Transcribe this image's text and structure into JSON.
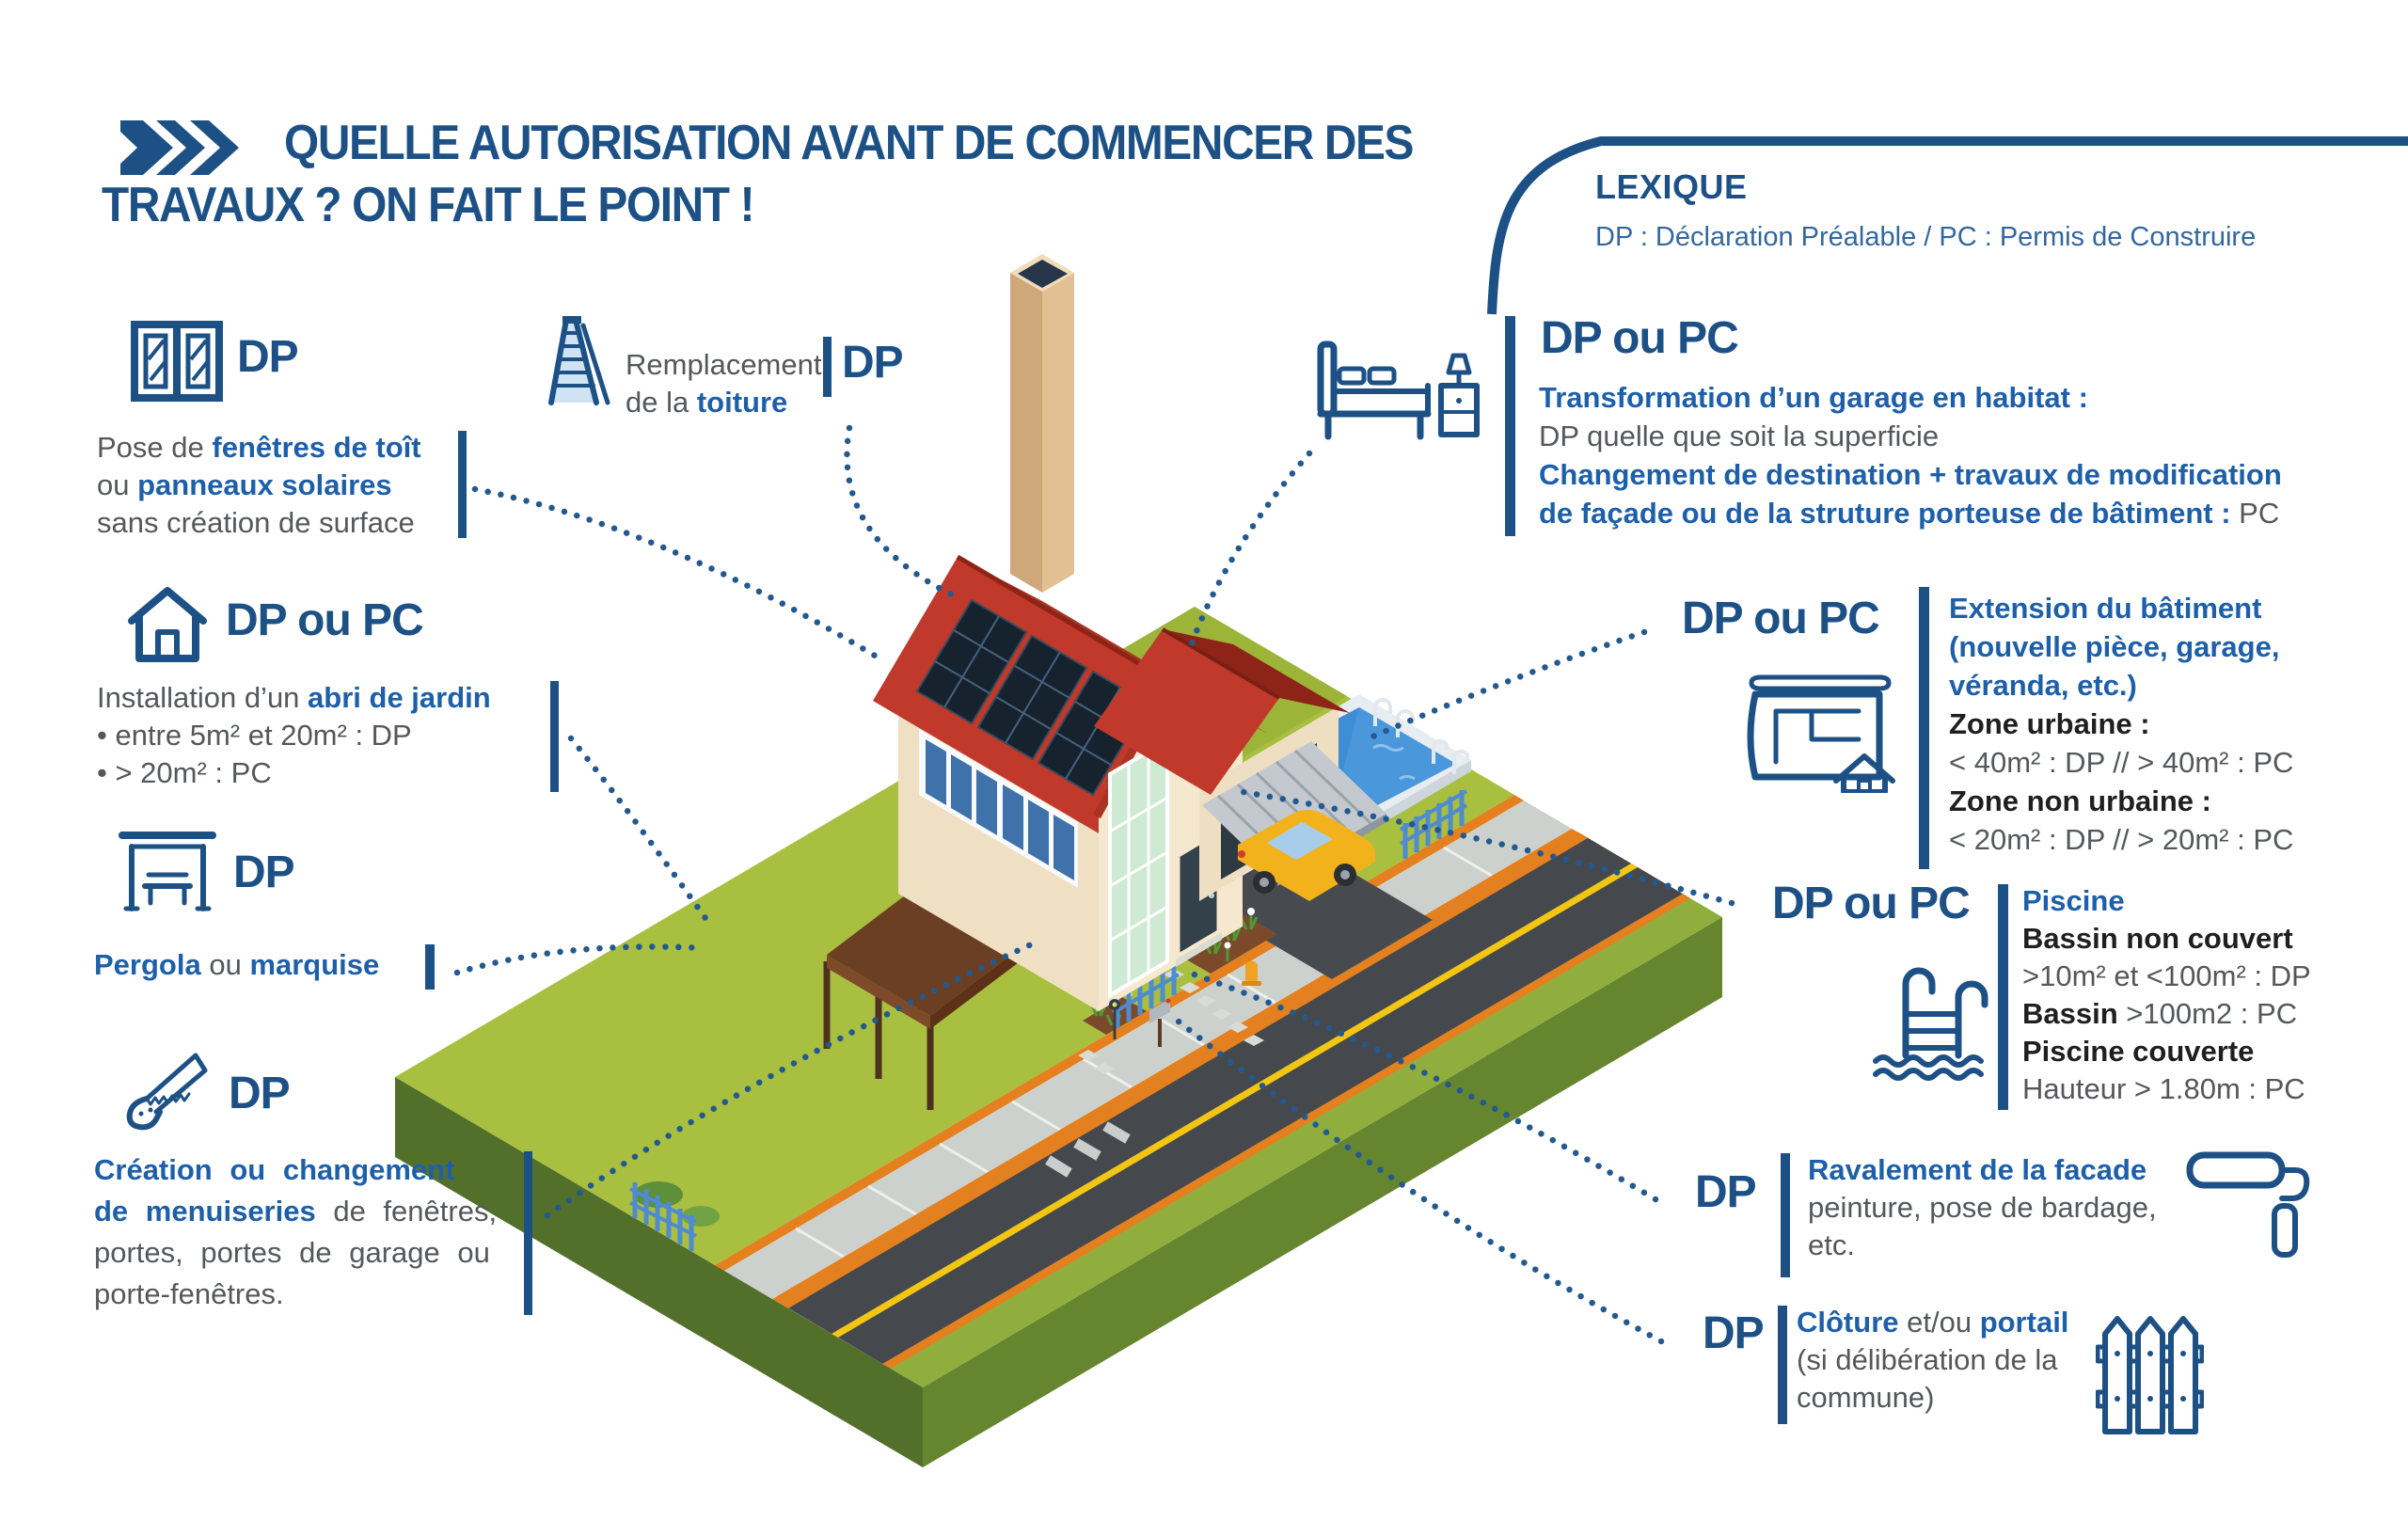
{
  "title": {
    "line1": "QUELLE AUTORISATION AVANT DE COMMENCER DES",
    "line2": "TRAVAUX ? ON FAIT LE POINT !"
  },
  "lexique": {
    "heading": "LEXIQUE",
    "definition": "DP : Déclaration Préalable / PC : Permis de Construire"
  },
  "palette": {
    "navy": "#1d5186",
    "accent_blue": "#1e5fa9",
    "text_gray": "#55575b",
    "text_black": "#1f1f1f",
    "roof_red": "#c0392b",
    "lawn_green": "#a9bf3f",
    "pool_blue": "#3e8ed6",
    "road_gray": "#45494e",
    "line_yellow": "#f3c613",
    "edge_orange": "#e5801f"
  },
  "callouts": {
    "fenetres": {
      "icon": "roof-window-icon",
      "permit": "DP",
      "lines": [
        [
          {
            "t": "Pose de ",
            "s": "g"
          },
          {
            "t": "fenêtres de toît",
            "s": "b"
          }
        ],
        [
          {
            "t": "ou ",
            "s": "g"
          },
          {
            "t": "panneaux solaires",
            "s": "b"
          }
        ],
        [
          {
            "t": "sans création de surface",
            "s": "g"
          }
        ]
      ]
    },
    "abri": {
      "icon": "garden-shed-icon",
      "permit": "DP ou PC",
      "lines": [
        [
          {
            "t": "Installation d’un ",
            "s": "g"
          },
          {
            "t": "abri de jardin",
            "s": "b"
          }
        ],
        [
          {
            "t": "• entre 5m² et 20m² : DP",
            "s": "g"
          }
        ],
        [
          {
            "t": "• > 20m² : PC",
            "s": "g"
          }
        ]
      ]
    },
    "pergola": {
      "icon": "pergola-icon",
      "permit": "DP",
      "lines": [
        [
          {
            "t": "Pergola",
            "s": "b"
          },
          {
            "t": " ou ",
            "s": "g"
          },
          {
            "t": "marquise",
            "s": "b"
          }
        ]
      ]
    },
    "menuiseries": {
      "icon": "saw-icon",
      "permit": "DP",
      "lines": [
        [
          {
            "t": "Création ou changement",
            "s": "b"
          }
        ],
        [
          {
            "t": "de menuiseries",
            "s": "b"
          },
          {
            "t": " de fenêtres,",
            "s": "g"
          }
        ],
        [
          {
            "t": "portes, portes de garage ou",
            "s": "g"
          }
        ],
        [
          {
            "t": "porte-fenêtres.",
            "s": "g"
          }
        ]
      ]
    },
    "toiture": {
      "icon": "ladder-icon",
      "permit": "DP",
      "lines": [
        [
          {
            "t": "Remplacement",
            "s": "g"
          }
        ],
        [
          {
            "t": "de la ",
            "s": "g"
          },
          {
            "t": "toiture",
            "s": "b"
          }
        ]
      ]
    },
    "garage_habitat": {
      "icon": "bedroom-icon",
      "permit": "DP ou PC",
      "lines": [
        [
          {
            "t": "Transformation d’un garage en habitat :",
            "s": "b"
          }
        ],
        [
          {
            "t": "DP quelle que soit la superficie",
            "s": "g"
          }
        ],
        [
          {
            "t": "Changement de destination + travaux de modification",
            "s": "b"
          }
        ],
        [
          {
            "t": "de façade ou de la struture porteuse de bâtiment : ",
            "s": "b"
          },
          {
            "t": "PC",
            "s": "g"
          }
        ]
      ]
    },
    "extension": {
      "icon": "blueprint-icon",
      "permit": "DP ou PC",
      "lines": [
        [
          {
            "t": "Extension du bâtiment",
            "s": "b"
          }
        ],
        [
          {
            "t": "(nouvelle pièce, garage,",
            "s": "b"
          }
        ],
        [
          {
            "t": "véranda, etc.)",
            "s": "b"
          }
        ],
        [
          {
            "t": "Zone urbaine :",
            "s": "k"
          }
        ],
        [
          {
            "t": "< 40m² : DP // > 40m² : PC",
            "s": "g"
          }
        ],
        [
          {
            "t": "Zone non urbaine :",
            "s": "k"
          }
        ],
        [
          {
            "t": "< 20m² : DP // > 20m² : PC",
            "s": "g"
          }
        ]
      ]
    },
    "piscine": {
      "icon": "pool-ladder-icon",
      "permit": "DP ou PC",
      "lines": [
        [
          {
            "t": "Piscine",
            "s": "b"
          }
        ],
        [
          {
            "t": "Bassin non couvert",
            "s": "k"
          }
        ],
        [
          {
            "t": ">10m² et <100m² : DP",
            "s": "g"
          }
        ],
        [
          {
            "t": "Bassin",
            "s": "k"
          },
          {
            "t": " >100m2 : PC",
            "s": "g"
          }
        ],
        [
          {
            "t": "Piscine couverte",
            "s": "k"
          }
        ],
        [
          {
            "t": "Hauteur > 1.80m : PC",
            "s": "g"
          }
        ]
      ]
    },
    "ravalement": {
      "icon": "paint-roller-icon",
      "permit": "DP",
      "lines": [
        [
          {
            "t": "Ravalement de la facade",
            "s": "b"
          }
        ],
        [
          {
            "t": "peinture, pose de bardage,",
            "s": "g"
          }
        ],
        [
          {
            "t": "etc.",
            "s": "g"
          }
        ]
      ]
    },
    "cloture": {
      "icon": "fence-icon",
      "permit": "DP",
      "lines": [
        [
          {
            "t": "Clôture",
            "s": "b"
          },
          {
            "t": " et/ou ",
            "s": "g"
          },
          {
            "t": "portail",
            "s": "b"
          }
        ],
        [
          {
            "t": "(si délibération de la",
            "s": "g"
          }
        ],
        [
          {
            "t": "commune)",
            "s": "g"
          }
        ]
      ]
    }
  }
}
